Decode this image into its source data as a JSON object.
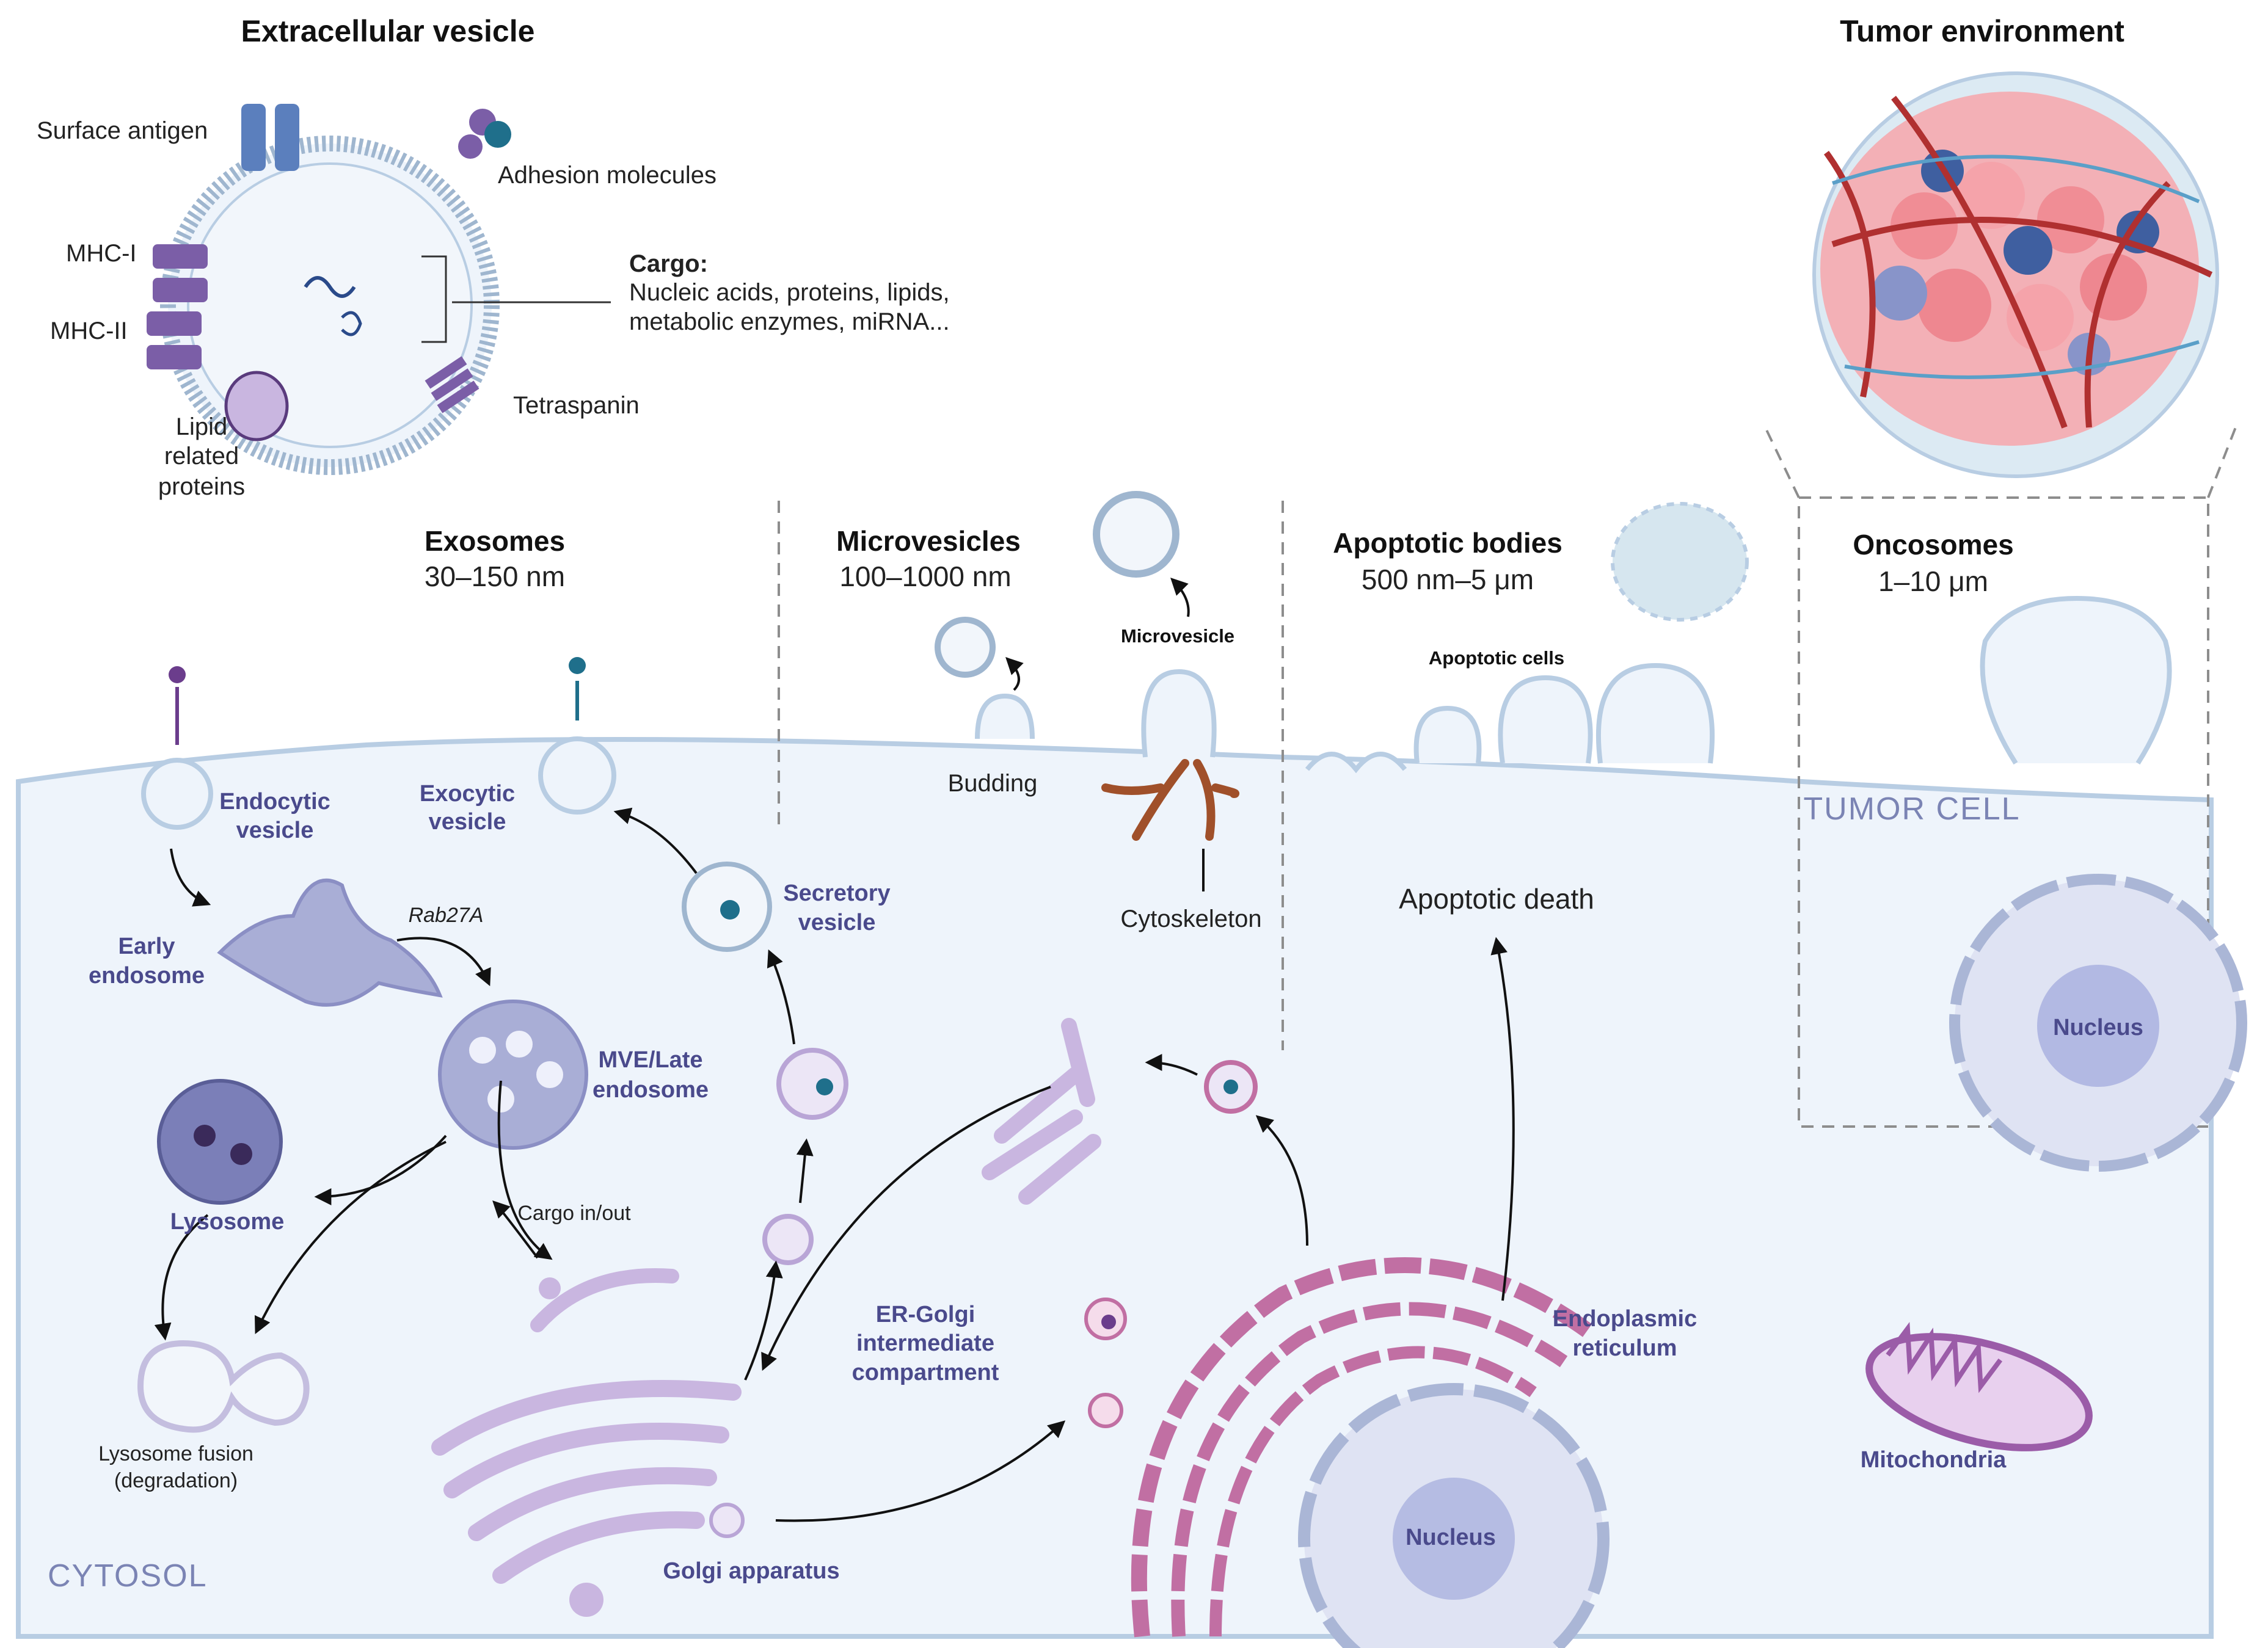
{
  "extracellular_vesicle": {
    "title": "Extracellular vesicle",
    "surface_antigen": "Surface antigen",
    "adhesion_molecules": "Adhesion molecules",
    "mhc1": "MHC-I",
    "mhc2": "MHC-II",
    "cargo_title": "Cargo:",
    "cargo_line1": "Nucleic acids, proteins, lipids,",
    "cargo_line2": "metabolic enzymes, miRNA...",
    "tetraspanin": "Tetraspanin",
    "lipid_line1": "Lipid",
    "lipid_line2": "related",
    "lipid_line3": "proteins"
  },
  "tumor_environment": {
    "title": "Tumor environment"
  },
  "sections": {
    "exosomes": {
      "title": "Exosomes",
      "size": "30–150 nm"
    },
    "microvesicles": {
      "title": "Microvesicles",
      "size": "100–1000 nm"
    },
    "apoptotic_bodies": {
      "title": "Apoptotic bodies",
      "size": "500 nm–5 μm"
    },
    "oncosomes": {
      "title": "Oncosomes",
      "size": "1–10 μm"
    }
  },
  "labels": {
    "endocytic_1": "Endocytic",
    "endocytic_2": "vesicle",
    "exocytic_1": "Exocytic",
    "exocytic_2": "vesicle",
    "early_1": "Early",
    "early_2": "endosome",
    "rab27a": "Rab27A",
    "mve_1": "MVE/Late",
    "mve_2": "endosome",
    "secretory_1": "Secretory",
    "secretory_2": "vesicle",
    "lysosome": "Lysosome",
    "cargo_inout": "Cargo in/out",
    "fusion_1": "Lysosome fusion",
    "fusion_2": "(degradation)",
    "budding": "Budding",
    "microvesicle": "Microvesicle",
    "cytoskeleton": "Cytoskeleton",
    "apoptotic_cells": "Apoptotic cells",
    "apoptotic_death": "Apoptotic death",
    "tumor_cell": "TUMOR CELL",
    "nucleus_onco": "Nucleus",
    "ergic_1": "ER-Golgi",
    "ergic_2": "intermediate",
    "ergic_3": "compartment",
    "er_1": "Endoplasmic",
    "er_2": "reticulum",
    "mitochondria": "Mitochondria",
    "golgi": "Golgi apparatus",
    "nucleus_main": "Nucleus",
    "cytosol": "CYTOSOL"
  },
  "colors": {
    "cytosol": "#eef4fb",
    "membrane": "#b8cde3",
    "purple_dark": "#5a3b7d",
    "purple_light": "#c9b6e0",
    "pink_er": "#c16fa3",
    "teal": "#1f6f8b",
    "label_purple": "#4a4a8c"
  }
}
